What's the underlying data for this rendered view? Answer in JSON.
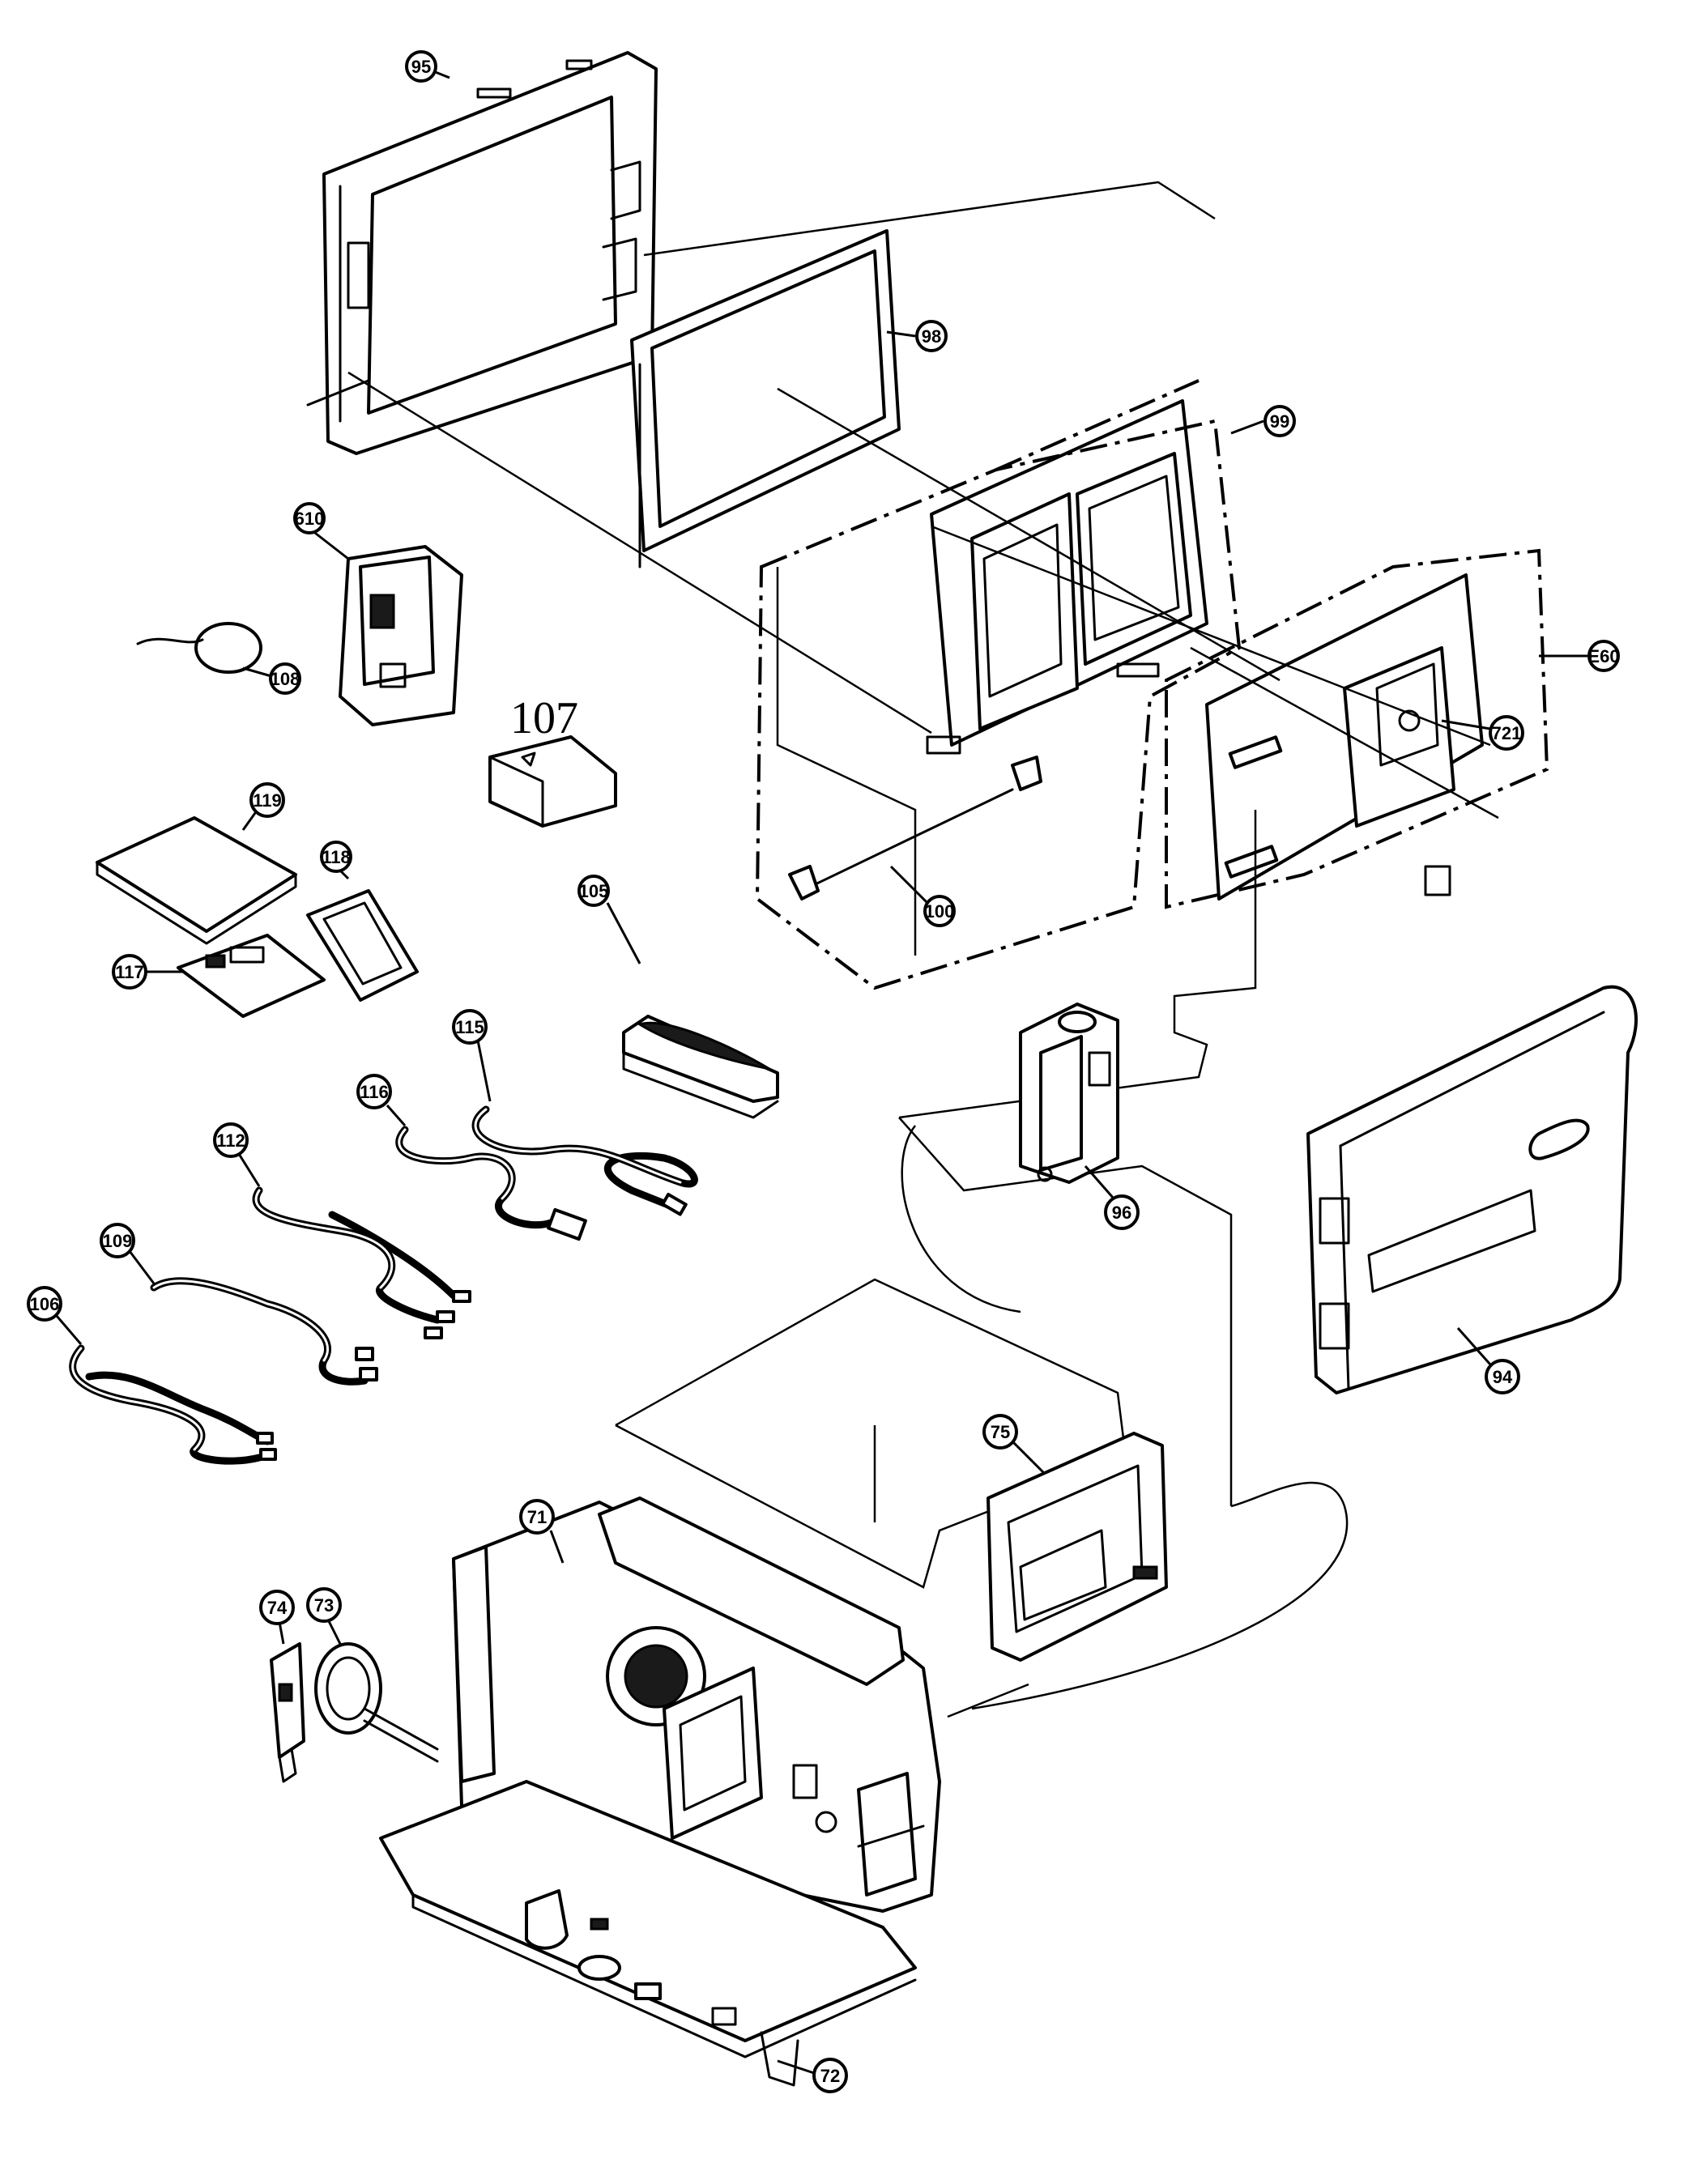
{
  "diagram": {
    "callouts": {
      "c95": "95",
      "c98": "98",
      "c99": "99",
      "cE60": "E60",
      "c721": "721",
      "c610": "610",
      "c108": "108",
      "c107": "107",
      "c119": "119",
      "c118": "118",
      "c117": "117",
      "c100": "100",
      "c105": "105",
      "c115": "115",
      "c116": "116",
      "c112": "112",
      "c109": "109",
      "c106": "106",
      "c96": "96",
      "c94": "94",
      "c75": "75",
      "c71": "71",
      "c74": "74",
      "c73": "73",
      "c72": "72"
    }
  }
}
